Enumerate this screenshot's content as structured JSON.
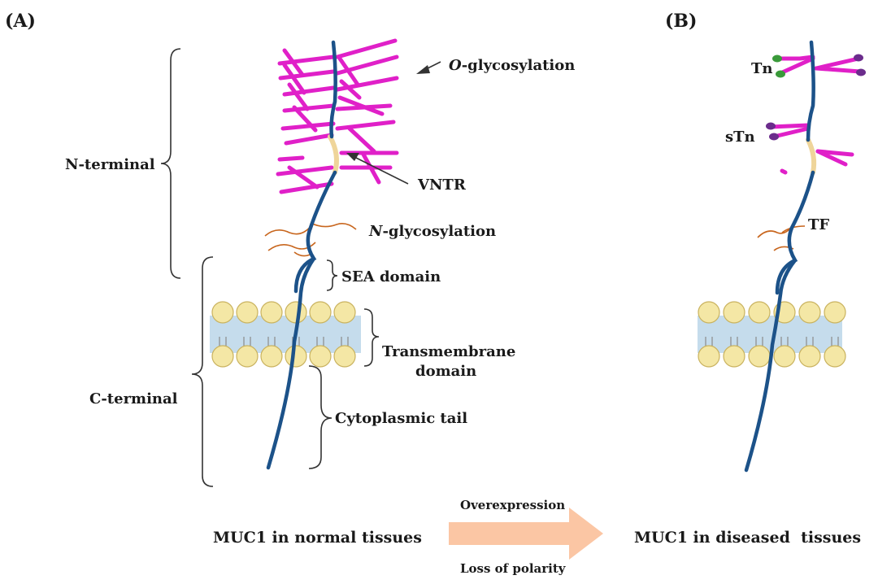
{
  "panels": {
    "a_label": "(A)",
    "b_label": "(B)"
  },
  "panel_a": {
    "o_glycosylation": {
      "italic": "O",
      "rest": "-glycosylation"
    },
    "n_glycosylation": {
      "italic": "N",
      "rest": "-glycosylation"
    },
    "vntr": "VNTR",
    "sea_domain": "SEA domain",
    "transmembrane_line1": "Transmembrane",
    "transmembrane_line2": "domain",
    "cytoplasmic_tail": "Cytoplasmic tail",
    "n_terminal": "N-terminal",
    "c_terminal": "C-terminal",
    "caption": "MUC1 in normal tissues"
  },
  "panel_b": {
    "tn": "Tn",
    "stn": "sTn",
    "tf": "TF",
    "caption": "MUC1 in diseased  tissues"
  },
  "arrow": {
    "top_label": "Overexpression",
    "bottom_label": "Loss of polarity"
  },
  "colors": {
    "protein": "#1c5289",
    "o_glycan": "#e020c8",
    "vntr": "#efd59a",
    "n_glycan": "#c8661e",
    "lipid_head": "#f4e7a5",
    "membrane_core": "#c5dcec",
    "tn_cap": "#3a9a3a",
    "stn_cap": "#6b2c8c",
    "arrow_fill": "#fbc6a4"
  }
}
